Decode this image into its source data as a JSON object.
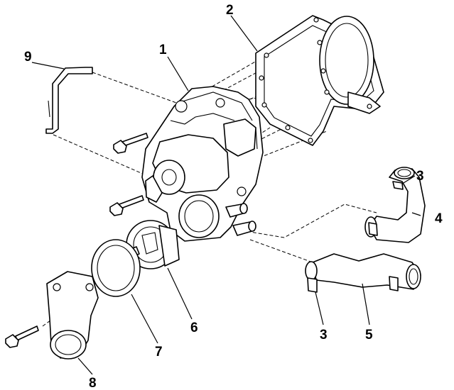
{
  "diagram": {
    "callouts": {
      "c1": "1",
      "c2": "2",
      "c3a": "3",
      "c3b": "3",
      "c4": "4",
      "c5": "5",
      "c6": "6",
      "c7": "7",
      "c8": "8",
      "c9": "9"
    }
  }
}
